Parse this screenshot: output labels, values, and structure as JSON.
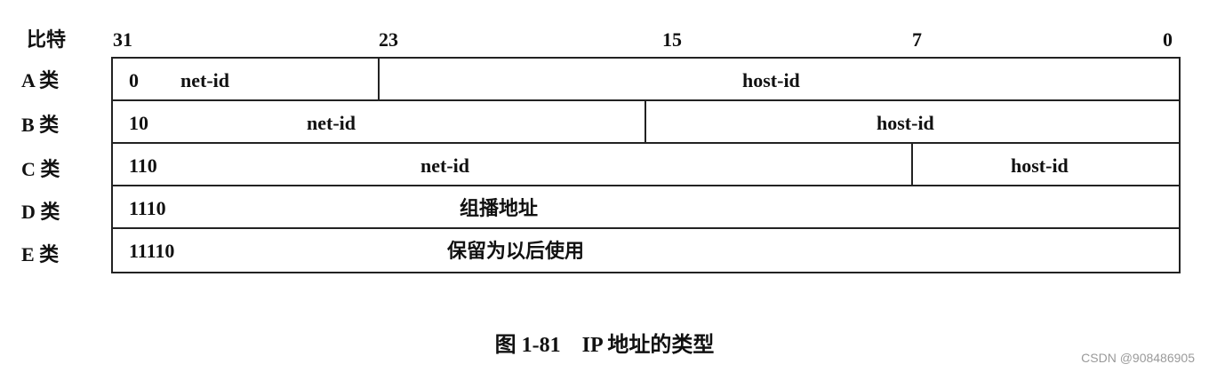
{
  "bits_header": "比特",
  "bit_labels": [
    "31",
    "23",
    "15",
    "7",
    "0"
  ],
  "classes": [
    {
      "label": "A 类",
      "prefix": "0",
      "field1": "net-id",
      "field2": "host-id"
    },
    {
      "label": "B 类",
      "prefix": "10",
      "field1": "net-id",
      "field2": "host-id"
    },
    {
      "label": "C 类",
      "prefix": "110",
      "field1": "net-id",
      "field2": "host-id"
    },
    {
      "label": "D 类",
      "prefix": "1110",
      "field1": "组播地址"
    },
    {
      "label": "E 类",
      "prefix": "11110",
      "field1": "保留为以后使用"
    }
  ],
  "caption": "图 1-81　IP 地址的类型",
  "watermark": "CSDN @908486905"
}
